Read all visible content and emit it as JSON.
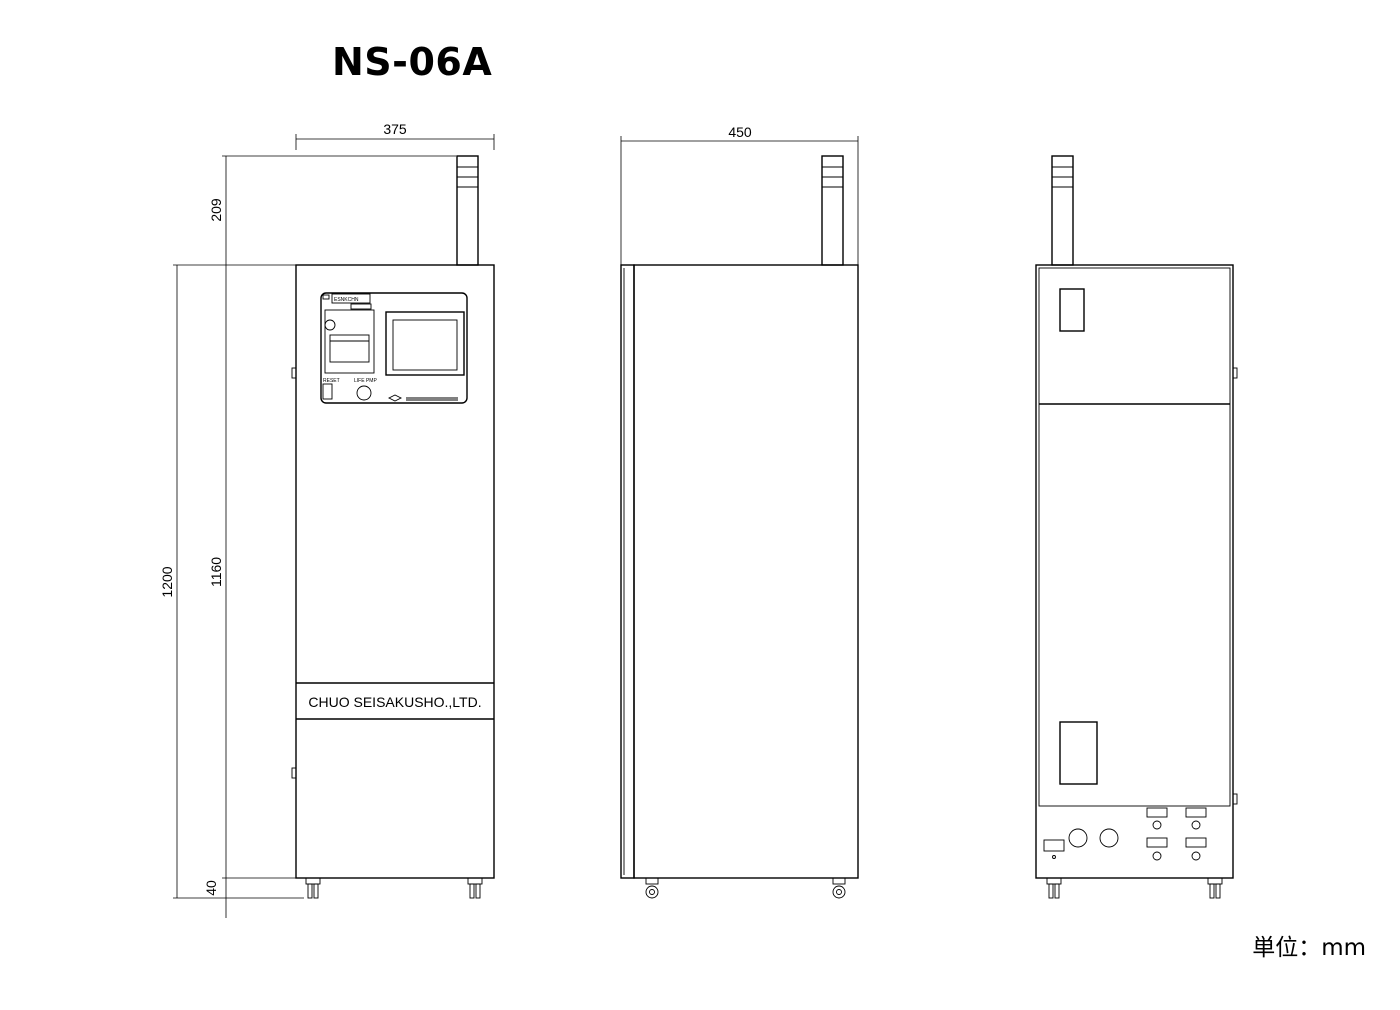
{
  "title": "NS-06A",
  "unit_label": "単位：mm",
  "dimensions": {
    "front_width": "375",
    "side_depth": "450",
    "top_height": "209",
    "total_height": "1200",
    "body_height": "1160",
    "caster_height": "40"
  },
  "front_panel": {
    "brand_plate": "CHUO SEISAKUSHO.,LTD.",
    "logo": "ESNKCHN",
    "button_label_left": "RESET",
    "button_label_right": "LIFE PMP"
  }
}
